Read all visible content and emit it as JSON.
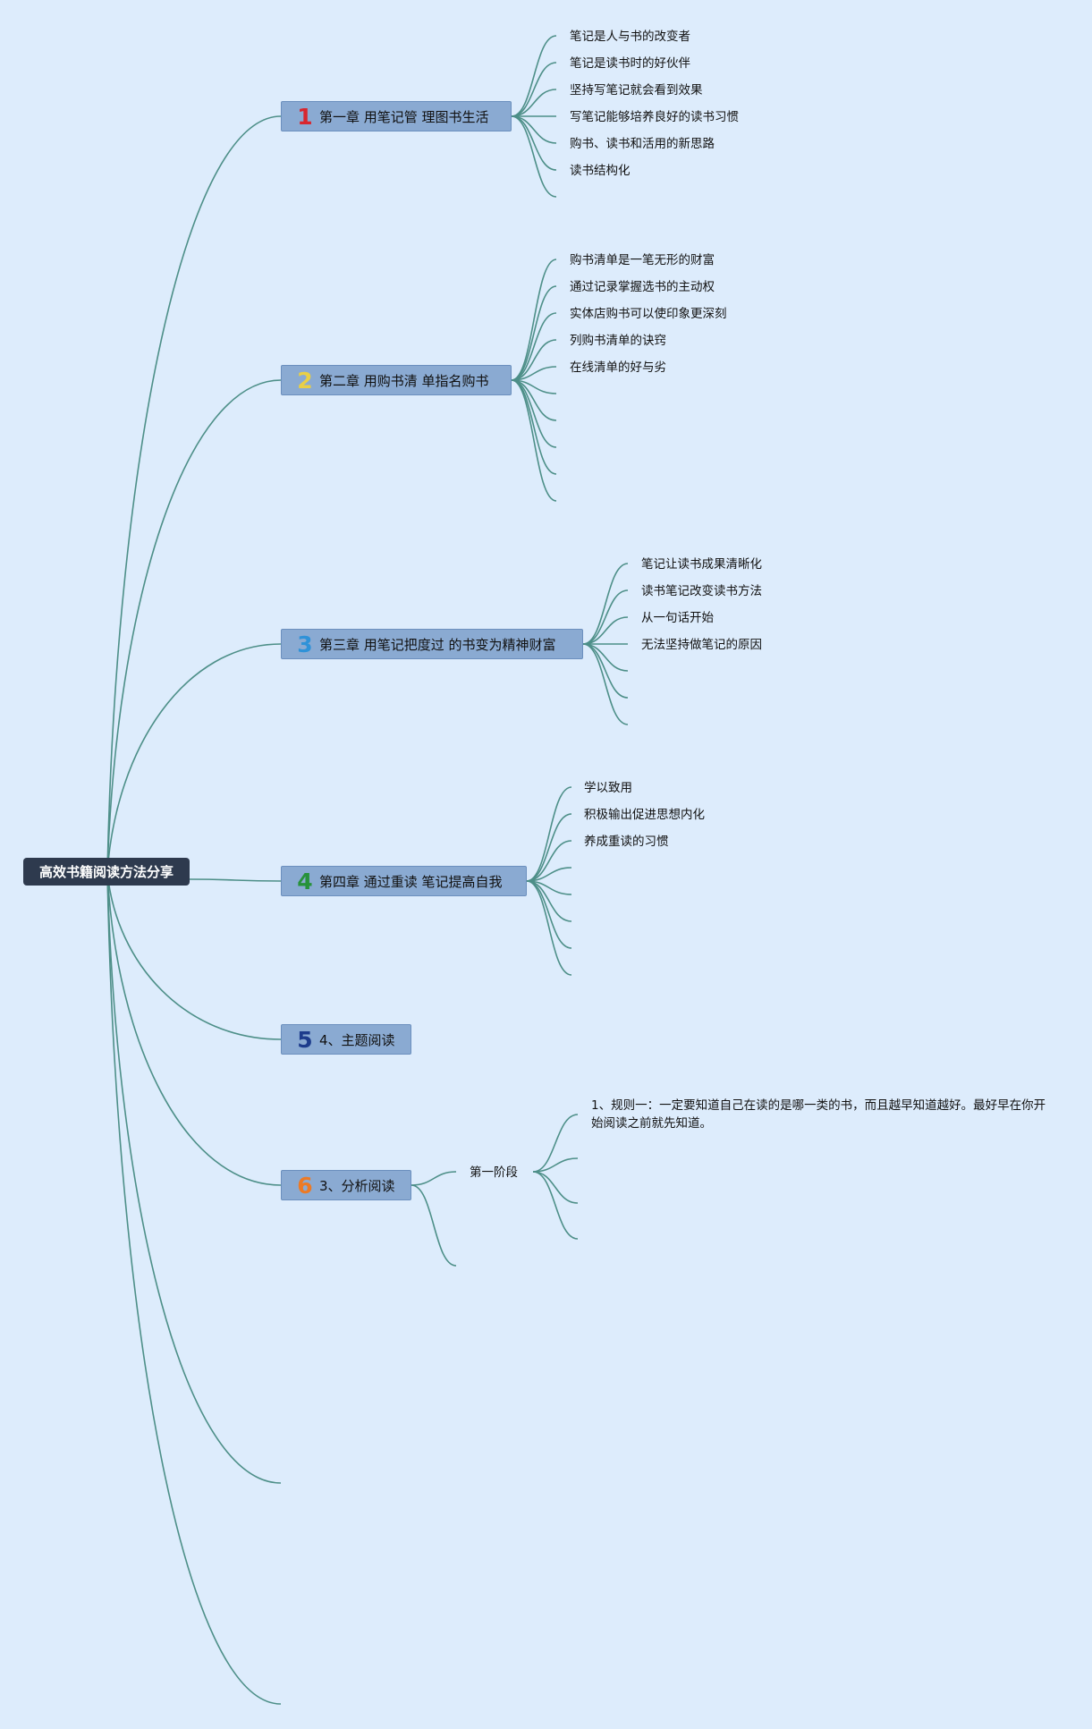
{
  "root": {
    "title": "高效书籍阅读方法分享"
  },
  "colors": {
    "background": "#ddecfc",
    "edge": "#4d8f88",
    "root_fill": "#2e3a4e",
    "chapter_fill": "#8aaad2"
  },
  "chapters": [
    {
      "num": "1",
      "num_color": "#d8262e",
      "title": "第一章 用笔记管 理图书生活",
      "items": [
        "笔记是人与书的改变者",
        "笔记是读书时的好伙伴",
        "坚持写笔记就会看到效果",
        "写笔记能够培养良好的读书习惯",
        "购书、读书和活用的新思路",
        "读书结构化"
      ]
    },
    {
      "num": "2",
      "num_color": "#e9cf45",
      "title": "第二章 用购书清 单指名购书",
      "items": [
        "购书清单是一笔无形的财富",
        "通过记录掌握选书的主动权",
        "实体店购书可以使印象更深刻",
        "列购书清单的诀窍",
        "在线清单的好与劣"
      ]
    },
    {
      "num": "3",
      "num_color": "#2f92d8",
      "title": "第三章 用笔记把度过 的书变为精神财富",
      "items": [
        "笔记让读书成果清晰化",
        "读书笔记改变读书方法",
        "从一句话开始",
        "无法坚持做笔记的原因"
      ]
    },
    {
      "num": "4",
      "num_color": "#27923a",
      "title": "第四章 通过重读 笔记提高自我",
      "items": [
        "学以致用",
        "积极输出促进思想内化",
        "养成重读的习惯"
      ]
    },
    {
      "num": "5",
      "num_color": "#1d3c8c",
      "title": "4、主题阅读",
      "items": []
    },
    {
      "num": "6",
      "num_color": "#ec7a26",
      "title": "3、分析阅读",
      "stage": {
        "label": "第一阶段",
        "items": [
          "1、规则一：一定要知道自己在读的是哪一类的书，而且越早知道越好。最好早在你开始阅读之前就先知道。"
        ]
      }
    }
  ]
}
